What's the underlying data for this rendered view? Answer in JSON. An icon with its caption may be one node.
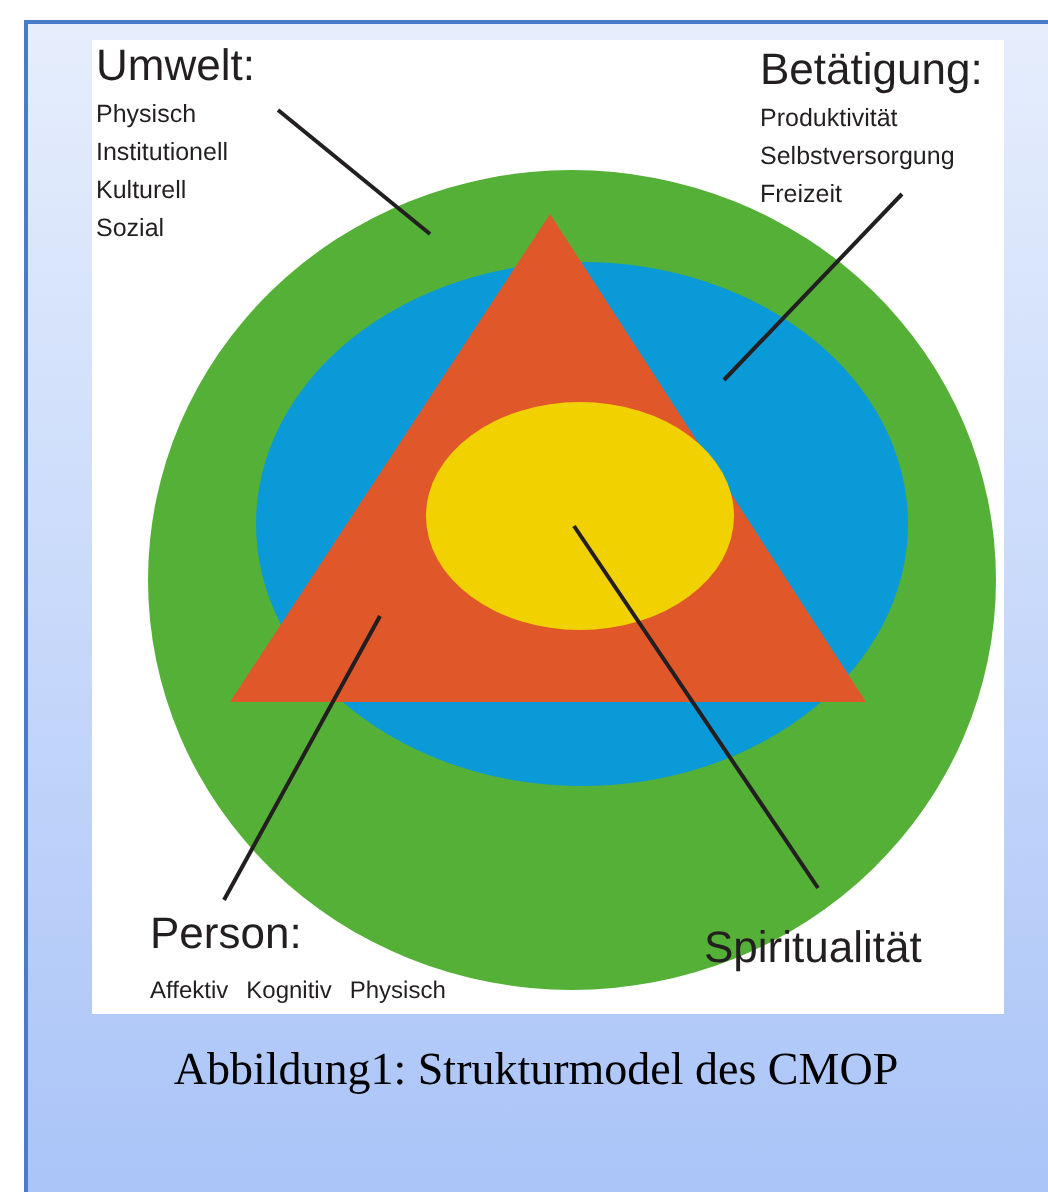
{
  "diagram": {
    "caption": "Abbildung1: Strukturmodel des CMOP",
    "nodes": [
      {
        "text": [
          "Umwelt:",
          "Physisch",
          "Institutionell",
          "Kulturell",
          "Sozial"
        ]
      },
      {
        "text": [
          "Betätigung:",
          "Produktivität",
          "Selbstversorgung",
          "Freizeit"
        ]
      },
      {
        "text": [],
        "shape": "circle"
      },
      {
        "text": [],
        "shape": "circle",
        "in": 2
      },
      {
        "text": [],
        "shape": "triangle",
        "in": 2
      },
      {
        "text": [],
        "shape": "circle",
        "in": 4
      },
      {
        "text": [
          "Person:",
          "Affektiv",
          "Kognitiv",
          "Physisch"
        ]
      },
      {
        "text": [
          "Spiritualität"
        ]
      }
    ],
    "edges": [
      {
        "from": 0,
        "to": 2,
        "arrow": "none"
      },
      {
        "from": 1,
        "to": 3,
        "arrow": "none"
      },
      {
        "from": 6,
        "to": 4,
        "arrow": "none"
      },
      {
        "from": 7,
        "to": 5,
        "arrow": "none"
      }
    ]
  }
}
